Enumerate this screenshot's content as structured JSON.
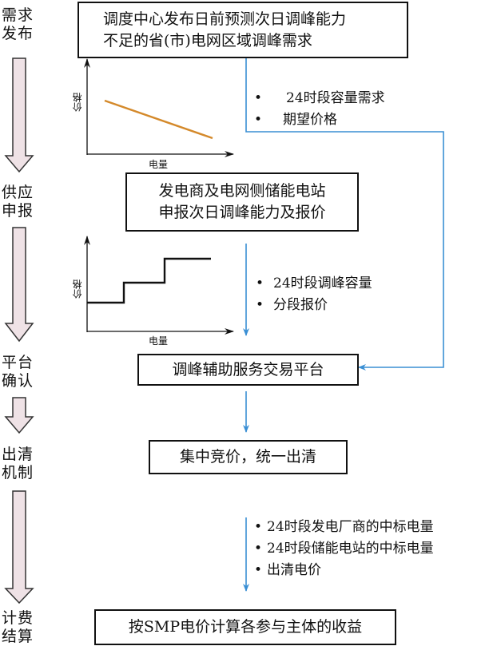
{
  "stages": [
    {
      "label_line1": "需求",
      "label_line2": "发布"
    },
    {
      "label_line1": "供应",
      "label_line2": "申报"
    },
    {
      "label_line1": "平台",
      "label_line2": "确认"
    },
    {
      "label_line1": "出清",
      "label_line2": "机制"
    },
    {
      "label_line1": "计费",
      "label_line2": "结算"
    }
  ],
  "boxes": {
    "demand_release": {
      "line1": "调度中心发布日前预测次日调峰能力",
      "line2": "不足的省(市)电网区域调峰需求"
    },
    "supply_bid": {
      "line1": "发电商及电网侧储能电站",
      "line2": "申报次日调峰能力及报价"
    },
    "platform": {
      "line1": "调峰辅助服务交易平台"
    },
    "clearing": {
      "line1": "集中竞价，统一出清"
    },
    "settlement": {
      "line1": "按SMP电价计算各参与主体的收益"
    }
  },
  "notes": {
    "demand": [
      "24时段容量需求",
      "期望价格"
    ],
    "supply": [
      "24时段调峰容量",
      "分段报价"
    ],
    "result": [
      "24时段发电厂商的中标电量",
      "24时段储能电站的中标电量",
      "出清电价"
    ]
  },
  "bullet_glyph": "•",
  "charts": {
    "demand_curve": {
      "type": "line",
      "xlabel": "电量",
      "ylabel": "价格",
      "shape": "downward-sloping",
      "color": "#d4892a"
    },
    "supply_curve": {
      "type": "step",
      "xlabel": "电量",
      "ylabel": "价格",
      "steps": 3,
      "color": "#111111"
    }
  },
  "colors": {
    "flow_line": "#3a8fd4",
    "stage_arrow_fill": "#efe2e6",
    "stage_arrow_stroke": "#333333"
  }
}
